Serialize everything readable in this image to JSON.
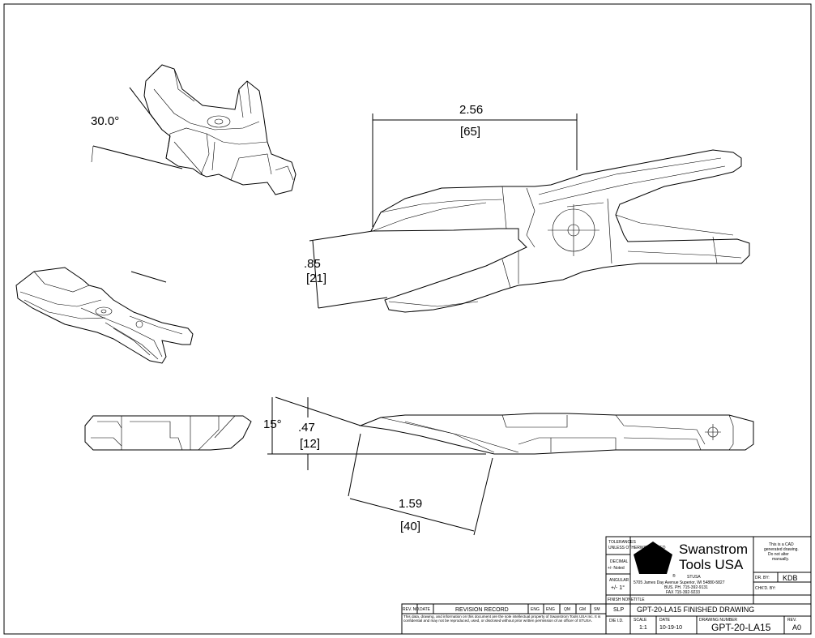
{
  "dimensions": {
    "angle_top": "30.0°",
    "length_in": "2.56",
    "length_mm": "[65]",
    "height_in": ".85",
    "height_mm": "[21]",
    "side_angle": "15°",
    "side_height_in": ".47",
    "side_height_mm": "[12]",
    "offset_in": "1.59",
    "offset_mm": "[40]"
  },
  "title_block": {
    "tolerances_label": "TOLERANCES",
    "tolerances_sub": "UNLESS OTHERWISE NOTED",
    "decimal_label": "DECIMAL",
    "decimal_value": "+/- Noted",
    "angular_label": "ANGULAR",
    "angular_value": "+/- 1°",
    "finish_label": "FINISH NONE",
    "finish_value": "SLP",
    "die_label": "DIE I.D.",
    "company_line1": "Swanstrom",
    "company_line2": "Tools USA",
    "logo_caption": "STUSA",
    "registered": "®",
    "address": "5705 James Day Avenue Superior, WI 54880-5827",
    "phone": "BUS. PH. 715-392-9131",
    "fax": "FAX 715-392-9233",
    "cad_note_1": "This is a CAD",
    "cad_note_2": "generated drawing.",
    "cad_note_3": "Do not alter",
    "cad_note_4": "manually.",
    "dr_by_label": "DR. BY:",
    "dr_by_value": "KDB",
    "chkd_by_label": "CHK'D. BY:",
    "chkd_by_value": "",
    "title_label": "TITLE",
    "title_value": "GPT-20-LA15 FINISHED DRAWING",
    "scale_label": "SCALE",
    "scale_value": "1:1",
    "date_label": "DATE",
    "date_value": "10-19-10",
    "drawing_number_label": "DRAWING NUMBER",
    "drawing_number_value": "GPT-20-LA15",
    "rev_label": "REV.",
    "rev_value": "A0"
  },
  "revision_header": {
    "rev_no": "REV. NO.",
    "date": "DATE",
    "record": "REVISION RECORD",
    "eng1": "ENG",
    "eng2": "ENG",
    "qm": "QM",
    "gm": "GM",
    "sm": "SM"
  },
  "confidential_note": "This data, drawing, and information on this document are the sole intellectual property of Swanstrom Tools USA Inc. It is confidential and may not be reproduced, used, or disclosed without prior written permission of an officer of STUSA."
}
